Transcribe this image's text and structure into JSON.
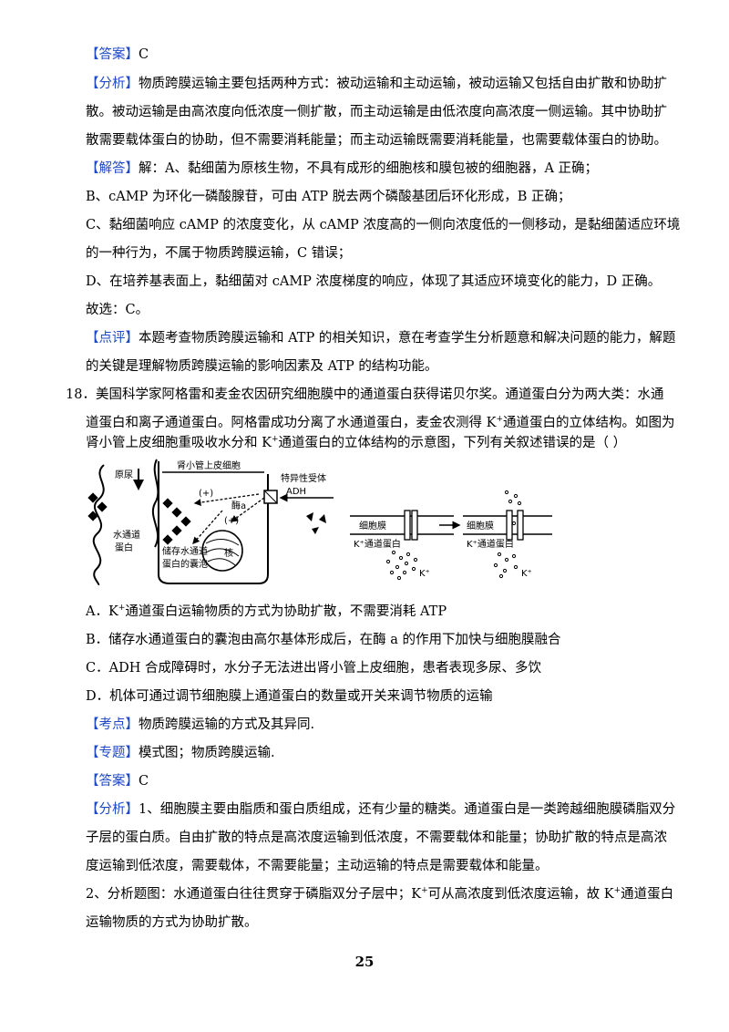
{
  "a1": {
    "tag": "【答案】",
    "text": "C"
  },
  "f1": {
    "tag": "【分析】",
    "l1": "物质跨膜运输主要包括两种方式：被动运输和主动运输，被动运输又包括自由扩散和协助扩",
    "l2": "散。被动运输是由高浓度向低浓度一侧扩散，而主动运输是由低浓度向高浓度一侧运输。其中协助扩",
    "l3": "散需要载体蛋白的协助，但不需要消耗能量；而主动运输既需要消耗能量，也需要载体蛋白的协助。"
  },
  "j1": {
    "tag": "【解答】",
    "l1": "解：A、黏细菌为原核生物，不具有成形的细胞核和膜包被的细胞器，A 正确；",
    "l2": "B、cAMP 为环化一磷酸腺苷，可由 ATP 脱去两个磷酸基团后环化形成，B 正确；",
    "l3": "C、黏细菌响应 cAMP 的浓度变化，从 cAMP 浓度高的一侧向浓度低的一侧移动，是黏细菌适应环境",
    "l4": "的一种行为，不属于物质跨膜运输，C 错误；",
    "l5": "D、在培养基表面上，黏细菌对 cAMP 浓度梯度的响应，体现了其适应环境变化的能力，D 正确。",
    "l6": "故选：C。"
  },
  "p1": {
    "tag": "【点评】",
    "l1": "本题考查物质跨膜运输和 ATP  的相关知识，意在考查学生分析题意和解决问题的能力，解题",
    "l2": "的关键是理解物质跨膜运输的影响因素及 ATP 的结构功能。"
  },
  "q18": {
    "l1a": "18．美国科学家阿格雷和麦金农因研究细胞膜中的通道蛋白获得诺贝尔奖。通道蛋白分为两大类：水通",
    "l2a": "道蛋白和离子通道蛋白。阿格雷成功分离了水通道蛋白，麦金农测得 K",
    "l2sup": "+",
    "l2b": "通道蛋白的立体结构。如图为",
    "l3a": "肾小管上皮细胞重吸收水分和 K",
    "l3sup": "+",
    "l3b": "通道蛋白的立体结构的示意图，下列有关叙述错误的是（      ）"
  },
  "figure": {
    "yuanniao": "原尿",
    "shenxiaoguan": "肾小管上皮细胞",
    "shoutiti_1": "特异性受体",
    "adh": "ADH",
    "plus": "(+)",
    "mei_a": "酶a",
    "shuitongdao_1": "水通道",
    "shuitongdao_2": "蛋白",
    "chucun_1": "储存水通道",
    "chucun_2": "蛋白的囊泡",
    "he": "核",
    "xibaomo": "细胞膜",
    "ktongdao": "K⁺通道蛋白",
    "kion": "K⁺"
  },
  "options": {
    "a_pre": "A．K",
    "a_sup": "+",
    "a_post": "通道蛋白运输物质的方式为协助扩散，不需要消耗 ATP",
    "b": "B．储存水通道蛋白的囊泡由高尔基体形成后，在酶 a 的作用下加快与细胞膜融合",
    "c": "C．ADH 合成障碍时，水分子无法进出肾小管上皮细胞，患者表现多尿、多饮",
    "d": "D．机体可通过调节细胞膜上通道蛋白的数量或开关来调节物质的运输"
  },
  "k2": {
    "tag": "【考点】",
    "text": "物质跨膜运输的方式及其异同."
  },
  "z2": {
    "tag": "【专题】",
    "text": "模式图；物质跨膜运输."
  },
  "a2": {
    "tag": "【答案】",
    "text": "C"
  },
  "f2": {
    "tag": "【分析】",
    "l1": "1、细胞膜主要由脂质和蛋白质组成，还有少量的糖类。通道蛋白是一类跨越细胞膜磷脂双分",
    "l2": "子层的蛋白质。自由扩散的特点是高浓度运输到低浓度，不需要载体和能量；协助扩散的特点是高浓",
    "l3": "度运输到低浓度，需要载体，不需要能量；主动运输的特点是需要载体和能量。",
    "l4a": "2、分析题图：水通道蛋白往往贯穿于磷脂双分子层中；K",
    "l4sup": "+",
    "l4b": "可从高浓度到低浓度运输，故 K",
    "l4sup2": "+",
    "l4c": "通道蛋白",
    "l5": "运输物质的方式为协助扩散。"
  },
  "page_number": "25"
}
